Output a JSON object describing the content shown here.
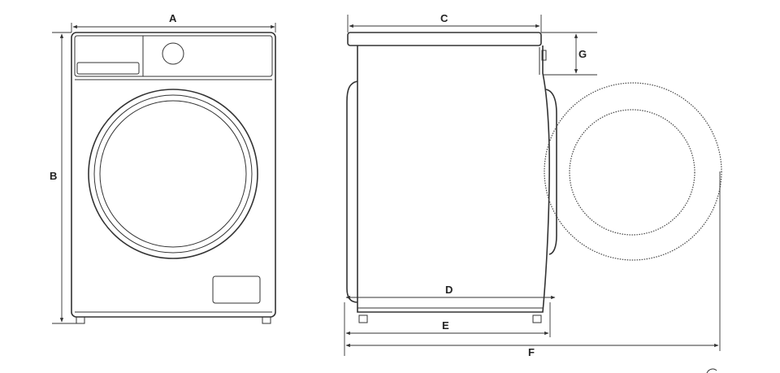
{
  "dimensions": {
    "a": "A",
    "b": "B",
    "c": "C",
    "d": "D",
    "e": "E",
    "f": "F",
    "g": "G"
  },
  "colors": {
    "line": "#333333",
    "background": "#ffffff"
  }
}
